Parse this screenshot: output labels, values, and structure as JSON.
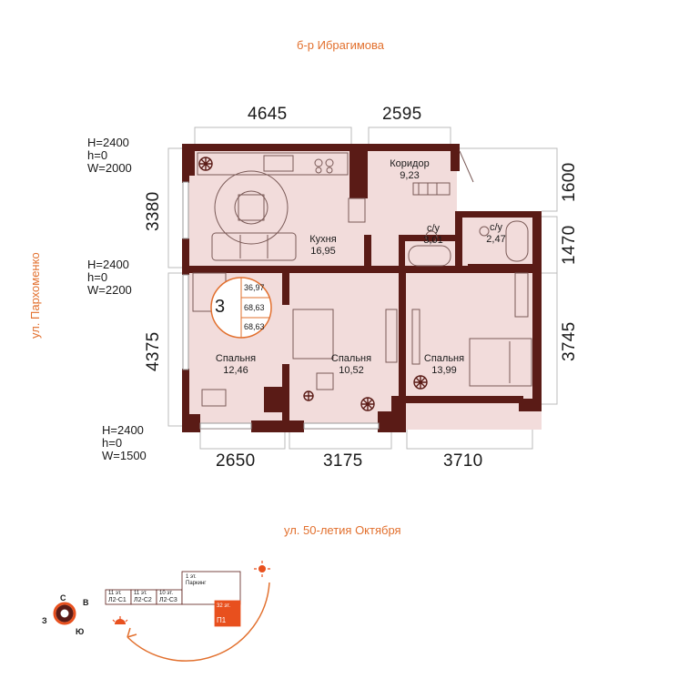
{
  "streets": {
    "top": "б-р Ибрагимова",
    "left": "ул. Пархоменко",
    "bottom": "ул. 50-летия Октября"
  },
  "dimensions": {
    "top_left": "4645",
    "top_right": "2595",
    "right_top": "1600",
    "right_mid": "1470",
    "right_bottom": "3745",
    "left_top": "3380",
    "left_bottom": "4375",
    "bottom_left": "2650",
    "bottom_mid": "3175",
    "bottom_right": "3710"
  },
  "windows": {
    "w1": "H=2400\nh=0\nW=2000",
    "w2": "H=2400\nh=0\nW=2200",
    "w3": "H=2400\nh=0\nW=1500"
  },
  "rooms": {
    "corridor": {
      "name": "Коридор",
      "area": "9,23"
    },
    "kitchen": {
      "name": "Кухня",
      "area": "16,95"
    },
    "bath1": {
      "name": "с/у",
      "area": "3,01"
    },
    "bath2": {
      "name": "с/у",
      "area": "2,47"
    },
    "bed1": {
      "name": "Спальня",
      "area": "12,46"
    },
    "bed2": {
      "name": "Спальня",
      "area": "10,52"
    },
    "bed3": {
      "name": "Спальня",
      "area": "13,99"
    }
  },
  "badge": {
    "rooms": "3",
    "a1": "36,97",
    "a2": "68,63",
    "a3": "68,63"
  },
  "compass": {
    "n": "С",
    "e": "В",
    "s": "Ю",
    "w": "З"
  },
  "building": {
    "s1_floors": "11 эт.",
    "s1_name": "Л2-С1",
    "s2_floors": "11 эт.",
    "s2_name": "Л2-С2",
    "s3_floors": "10 эт.",
    "s3_name": "Л2-С3",
    "park_floors": "1 эт.",
    "park_name": "Паркинг",
    "p1_floors": "32 эт.",
    "p1_name": "П1"
  },
  "colors": {
    "wall": "#5a1b16",
    "floor": "#f2dcdb",
    "accent": "#e2702e",
    "highlight": "#e8501e"
  }
}
